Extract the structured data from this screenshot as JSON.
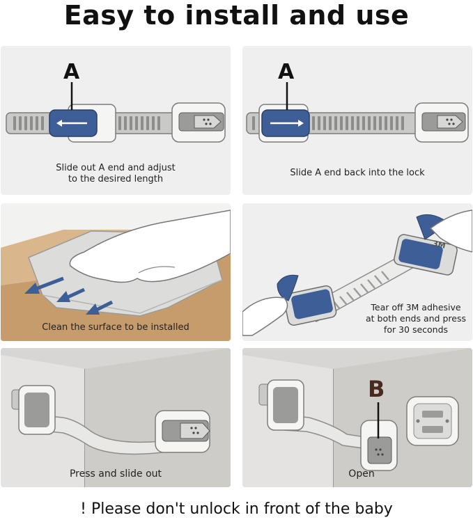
{
  "title": "Easy to install and use",
  "panels": [
    {
      "marker": "A",
      "caption": [
        "Slide out A end and adjust",
        "to the desired length"
      ]
    },
    {
      "marker": "A",
      "caption": [
        "Slide A end back into the lock"
      ]
    },
    {
      "caption": [
        "Clean the surface to be installed"
      ]
    },
    {
      "caption": [
        "Tear off 3M adhesive",
        "at both ends and press",
        "for 30 seconds"
      ],
      "adhesive_brand": "3M"
    },
    {
      "caption": [
        "Press and slide out"
      ]
    },
    {
      "marker": "B",
      "caption": [
        "Open"
      ]
    }
  ],
  "footer": "! Please don't unlock in front of the baby",
  "colors": {
    "accent_blue": "#3d5e97",
    "strap_gray": "#c9c9c7",
    "panel_bg": "#efefef"
  }
}
